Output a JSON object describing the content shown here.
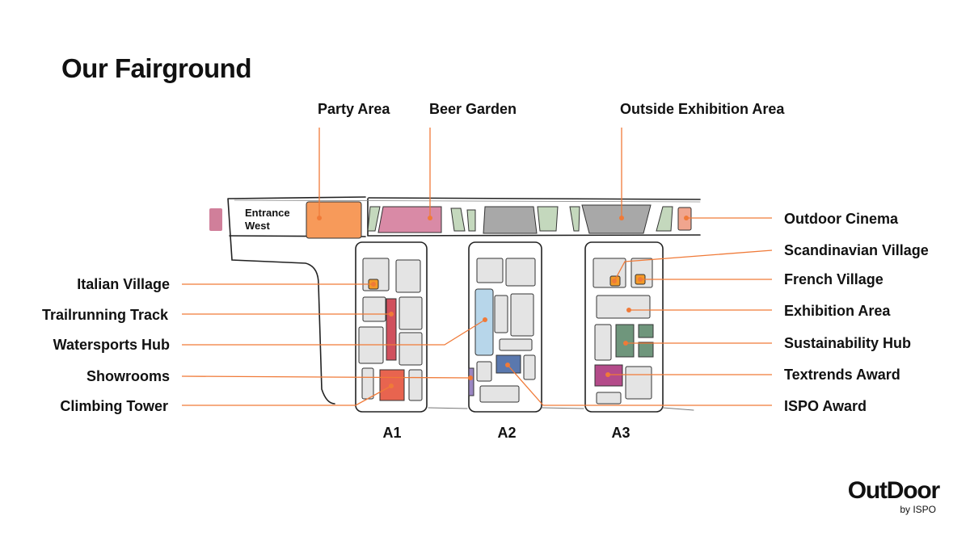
{
  "title": "Our Fairground",
  "entrance": {
    "line1": "Entrance",
    "line2": "West"
  },
  "labels": {
    "party_area": "Party Area",
    "beer_garden": "Beer Garden",
    "outside_exhibition_area": "Outside Exhibition Area",
    "outdoor_cinema": "Outdoor Cinema",
    "scandinavian_village": "Scandinavian Village",
    "french_village": "French Village",
    "exhibition_area": "Exhibition Area",
    "sustainability_hub": "Sustainability Hub",
    "textrends_award": "Textrends Award",
    "ispo_award": "ISPO Award",
    "italian_village": "Italian Village",
    "trailrunning_track": "Trailrunning Track",
    "watersports_hub": "Watersports Hub",
    "showrooms": "Showrooms",
    "climbing_tower": "Climbing Tower"
  },
  "halls": [
    "A1",
    "A2",
    "A3"
  ],
  "brand": {
    "name": "OutDoor",
    "sub": "by ISPO"
  },
  "colors": {
    "leader_line": "#f07a38",
    "party_area": "#f79a5a",
    "beer_garden": "#d98aa6",
    "outdoor_cinema": "#f0a58e",
    "entrance_marker": "#d07f9a",
    "green_area": "#c4d8bd",
    "exhibition_grey": "#a8a8a8",
    "booth_grey": "#e4e4e4",
    "trailrunning": "#d0505d",
    "climbing_tower": "#e8644f",
    "watersports": "#b7d6ea",
    "ispo_award": "#5a78ae",
    "showrooms": "#9a86c2",
    "sustainability": "#6f967c",
    "textrends": "#b44b8a",
    "village_marker": "#f39a28"
  }
}
